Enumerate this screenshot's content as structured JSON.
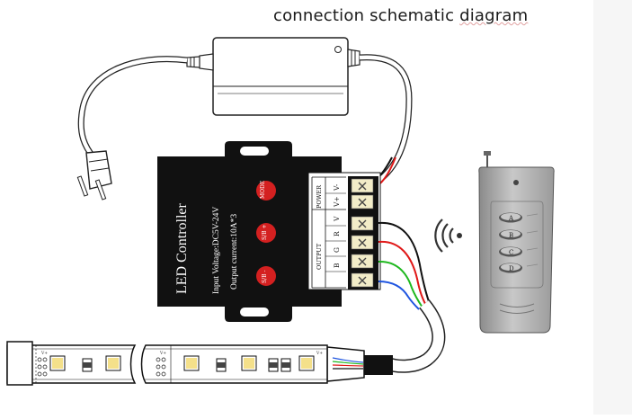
{
  "header": {
    "title_part1": "connection schematic ",
    "title_part2": "diagram"
  },
  "controller": {
    "name": "LED Controller",
    "input_voltage": "Input Voltage:DC5V-24V",
    "output_current": "Output current:10A*3",
    "buttons": [
      "MODE",
      "S/B +",
      "S/B -"
    ],
    "output_label": "OUTPUT",
    "power_label": "POWER",
    "terminals_power": [
      "V-",
      "V+"
    ],
    "terminals_output": [
      "V",
      "R",
      "G",
      "B"
    ]
  },
  "remote": {
    "buttons": [
      "A",
      "B",
      "C",
      "D"
    ]
  },
  "strip": {
    "pad_labels": [
      "V+",
      "V+",
      "V+"
    ]
  },
  "colors": {
    "controller": "#111111",
    "button_red": "#d42020",
    "terminal": "#f2ecc8",
    "wire_red": "#e01818",
    "wire_green": "#1fb81f",
    "wire_blue": "#1f55e0",
    "wire_black": "#111111",
    "led_yellow": "#f4e08a"
  }
}
